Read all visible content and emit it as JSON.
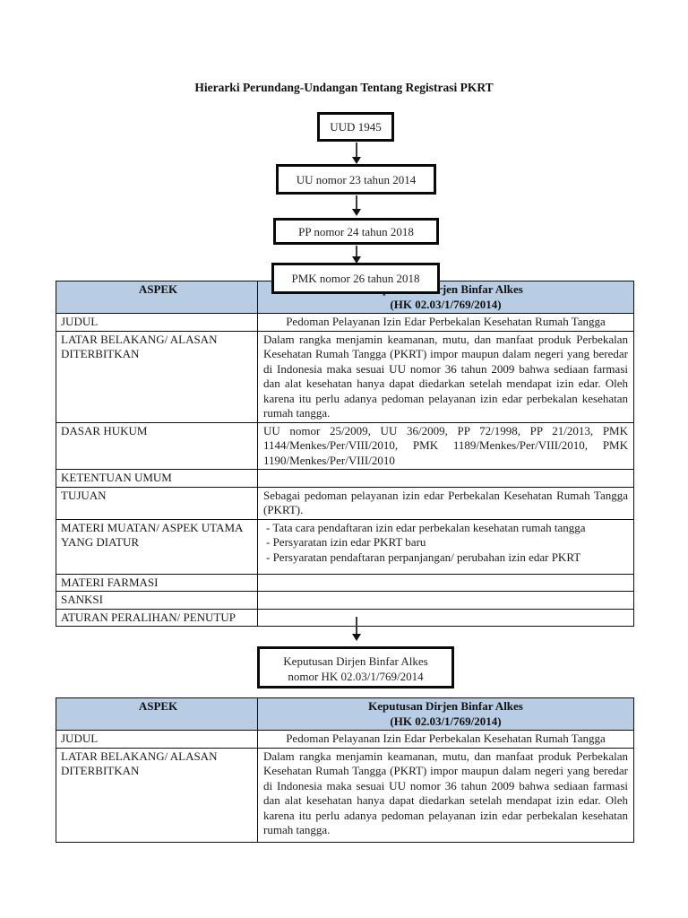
{
  "page": {
    "title": "Hierarki Perundang-Undangan Tentang Registrasi PKRT"
  },
  "colors": {
    "table_header_bg": "#b8cce4",
    "border": "#0e0e0e",
    "page_bg": "#ffffff"
  },
  "flowchart": {
    "nodes": [
      {
        "label": "UUD 1945"
      },
      {
        "label": "UU nomor 23 tahun 2014"
      },
      {
        "label": "PP nomor 24 tahun 2018"
      },
      {
        "label": "PMK nomor 26 tahun 2018"
      },
      {
        "label_line1": "Keputusan Dirjen Binfar Alkes",
        "label_line2": "nomor HK 02.03/1/769/2014"
      }
    ]
  },
  "table1": {
    "header": {
      "col1": "ASPEK",
      "col2_line1": "Keputusan Dirjen Binfar Alkes",
      "col2_line2": "(HK 02.03/1/769/2014)"
    },
    "rows": {
      "judul": {
        "aspek": "JUDUL",
        "value": "Pedoman Pelayanan Izin Edar Perbekalan Kesehatan Rumah Tangga"
      },
      "latar": {
        "aspek": "LATAR BELAKANG/ ALASAN DITERBITKAN",
        "value": "Dalam rangka menjamin keamanan, mutu, dan manfaat produk Perbekalan Kesehatan Rumah Tangga (PKRT) impor maupun dalam negeri yang beredar di Indonesia maka sesuai UU nomor 36 tahun 2009 bahwa sediaan farmasi dan alat kesehatan hanya dapat diedarkan setelah mendapat izin edar. Oleh karena itu perlu adanya pedoman pelayanan izin edar perbekalan kesehatan rumah tangga."
      },
      "dasar": {
        "aspek": "DASAR HUKUM",
        "value": "UU nomor 25/2009, UU 36/2009, PP 72/1998, PP 21/2013, PMK 1144/Menkes/Per/VIII/2010, PMK 1189/Menkes/Per/VIII/2010, PMK 1190/Menkes/Per/VIII/2010"
      },
      "ketentuan": {
        "aspek": "KETENTUAN UMUM",
        "value": ""
      },
      "tujuan": {
        "aspek": "TUJUAN",
        "value": "Sebagai pedoman pelayanan izin edar Perbekalan Kesehatan Rumah Tangga (PKRT)."
      },
      "materi": {
        "aspek": "MATERI MUATAN/ ASPEK UTAMA YANG DIATUR",
        "bullet1": "- Tata cara pendaftaran izin edar perbekalan kesehatan rumah tangga",
        "bullet2": "- Persyaratan izin edar PKRT baru",
        "bullet3": "- Persyaratan pendaftaran perpanjangan/ perubahan izin edar PKRT"
      },
      "farmasi": {
        "aspek": "MATERI FARMASI",
        "value": ""
      },
      "sanksi": {
        "aspek": "SANKSI",
        "value": ""
      },
      "aturan": {
        "aspek": "ATURAN PERALIHAN/ PENUTUP",
        "value": ""
      }
    }
  },
  "table2": {
    "header": {
      "col1": "ASPEK",
      "col2_line1": "Keputusan Dirjen Binfar Alkes",
      "col2_line2": "(HK 02.03/1/769/2014)"
    },
    "rows": {
      "judul": {
        "aspek": "JUDUL",
        "value": "Pedoman Pelayanan Izin Edar Perbekalan Kesehatan Rumah Tangga"
      },
      "latar": {
        "aspek": "LATAR BELAKANG/ ALASAN DITERBITKAN",
        "value": "Dalam rangka menjamin keamanan, mutu, dan manfaat produk Perbekalan Kesehatan Rumah Tangga (PKRT) impor maupun dalam negeri yang beredar di Indonesia maka sesuai UU nomor 36 tahun 2009 bahwa sediaan farmasi dan alat kesehatan hanya dapat diedarkan setelah mendapat izin edar. Oleh karena itu perlu adanya pedoman pelayanan izin edar perbekalan kesehatan rumah tangga."
      }
    }
  }
}
